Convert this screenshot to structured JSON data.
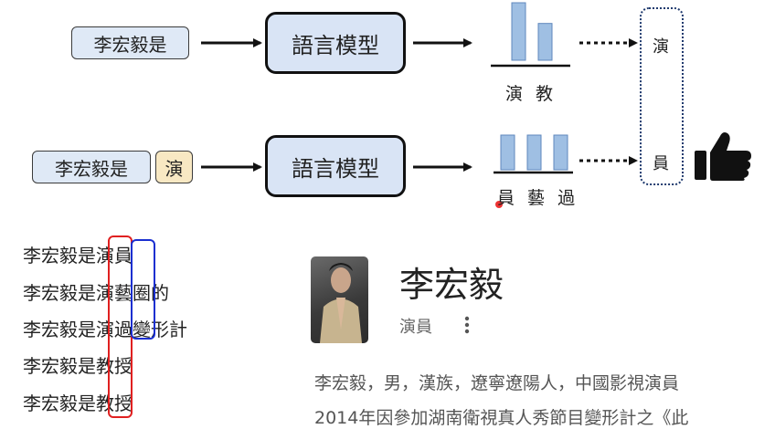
{
  "row1": {
    "input": "李宏毅是",
    "model": "語言模型",
    "tokens": "演 教",
    "output": "演"
  },
  "row2": {
    "input": "李宏毅是",
    "input_extra": "演",
    "model": "語言模型",
    "tokens": "員 藝 過",
    "output": "員"
  },
  "colors": {
    "bar_fill": "#9fbfe3",
    "bar_stroke": "#5f87bd",
    "red_box": "#e02020",
    "blue_box": "#1a2fd0",
    "thumbs": "#111111"
  },
  "bars": {
    "row1": [
      1.0,
      0.64
    ],
    "row2": [
      1.0,
      1.0,
      1.0
    ]
  },
  "sentences": [
    "李宏毅是演員",
    "李宏毅是演藝圈的",
    "李宏毅是演過變形計",
    "李宏毅是教授",
    "李宏毅是教授"
  ],
  "profile": {
    "name": "李宏毅",
    "role": "演員",
    "more_icon": "more-vertical-icon",
    "bio_line1": "李宏毅，男，漢族，遼寧遼陽人，中國影視演員",
    "bio_line2": "2014年因參加湖南衛視真人秀節目變形計之《此"
  },
  "icons": {
    "thumbs": "thumbs-up-icon",
    "arrow": "arrow-right-icon"
  }
}
